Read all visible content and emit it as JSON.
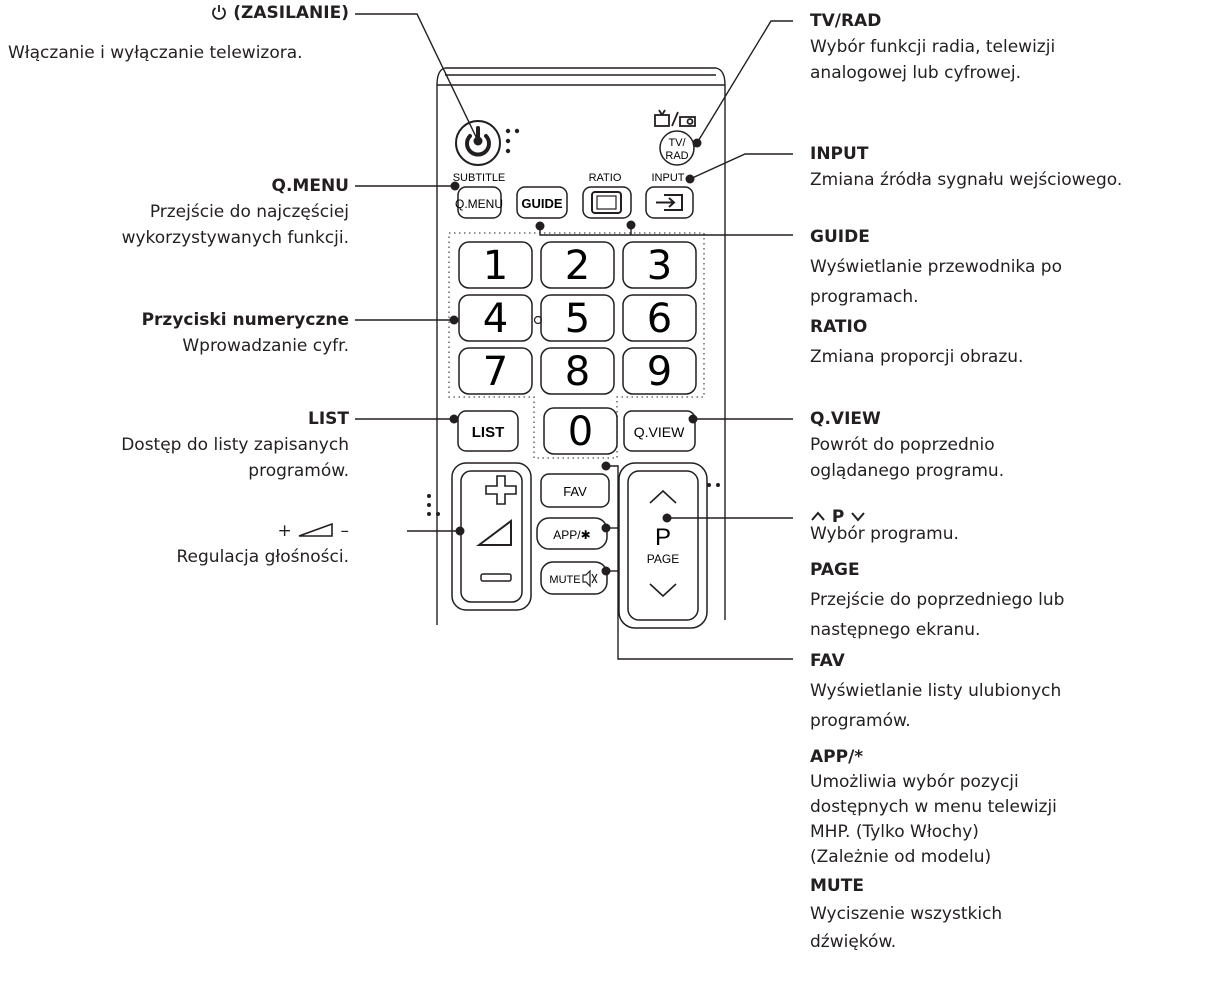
{
  "labels": {
    "power": {
      "title": "(ZASILANIE)",
      "desc": "Włączanie i wyłączanie telewizora."
    },
    "qmenu": {
      "title": "Q.MENU",
      "desc1": "Przejście do najczęściej",
      "desc2": "wykorzystywanych funkcji."
    },
    "numeric": {
      "title": "Przyciski numeryczne",
      "desc": "Wprowadzanie cyfr."
    },
    "list": {
      "title": "LIST",
      "desc1": "Dostęp do listy zapisanych",
      "desc2": "programów."
    },
    "volume": {
      "title_plus": "+",
      "title_minus": "–",
      "desc": "Regulacja głośności."
    },
    "tvrad": {
      "title": "TV/RAD",
      "desc1": "Wybór funkcji radia, telewizji",
      "desc2": "analogowej lub cyfrowej."
    },
    "input": {
      "title": "INPUT",
      "desc": "Zmiana źródła sygnału wejściowego."
    },
    "guide": {
      "title": "GUIDE",
      "desc1": "Wyświetlanie przewodnika po",
      "desc2": "programach."
    },
    "ratio": {
      "title": "RATIO",
      "desc": "Zmiana proporcji obrazu."
    },
    "qview": {
      "title": "Q.VIEW",
      "desc1": "Powrót do poprzednio",
      "desc2": "oglądanego programu."
    },
    "program": {
      "title_p": "P",
      "desc": "Wybór programu."
    },
    "page": {
      "title": "PAGE",
      "desc1": "Przejście do poprzedniego lub",
      "desc2": "następnego ekranu."
    },
    "fav": {
      "title": "FAV",
      "desc1": "Wyświetlanie listy ulubionych",
      "desc2": "programów."
    },
    "app": {
      "title": "APP/*",
      "desc1": "Umożliwia wybór pozycji",
      "desc2": "dostępnych w menu telewizji",
      "desc3": "MHP. (Tylko Włochy)",
      "desc4": "(Zależnie od modelu)"
    },
    "mute": {
      "title": "MUTE",
      "desc1": "Wyciszenie wszystkich",
      "desc2": "dźwięków."
    }
  },
  "remote": {
    "subtitle": "SUBTITLE",
    "qmenu": "Q.MENU",
    "guide": "GUIDE",
    "ratio": "RATIO",
    "input": "INPUT",
    "tv": "TV/",
    "rad": "RAD",
    "digits": [
      "1",
      "2",
      "3",
      "4",
      "5",
      "6",
      "7",
      "8",
      "9",
      "0"
    ],
    "list": "LIST",
    "qview": "Q.VIEW",
    "fav": "FAV",
    "app": "APP/✱",
    "mute": "MUTE",
    "p": "P",
    "page": "PAGE"
  },
  "colors": {
    "ink": "#231f20",
    "dots": "#6d6e71"
  }
}
